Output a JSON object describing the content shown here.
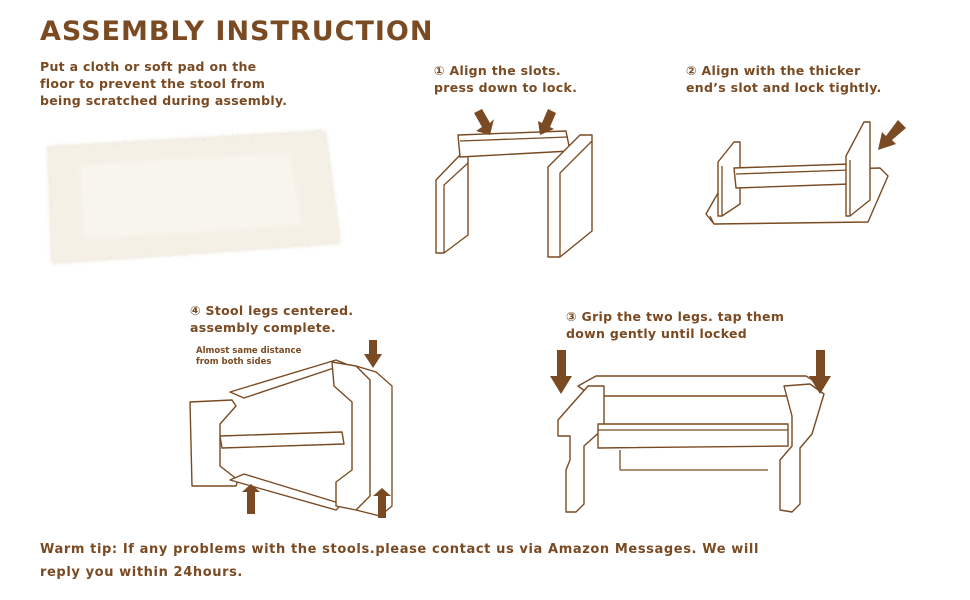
{
  "title": "ASSEMBLY INSTRUCTION",
  "intro": {
    "line1": "Put a cloth or soft pad on the",
    "line2": "floor to prevent the stool from",
    "line3": "being scratched during assembly."
  },
  "step1": {
    "line1": "① Align the slots.",
    "line2": "press down to lock."
  },
  "step2": {
    "line1": "② Align with the thicker",
    "line2": "end’s slot and lock tightly."
  },
  "step3": {
    "line1": "③ Grip the two legs. tap them",
    "line2": "down gently until locked"
  },
  "step4": {
    "line1": "④ Stool legs centered.",
    "line2": "assembly complete.",
    "note1": "Almost same distance",
    "note2": "from both sides"
  },
  "tip": {
    "line1": "Warm tip: If any problems with the stools.please contact us via Amazon Messages. We will",
    "line2": "reply you within 24hours."
  },
  "colors": {
    "brown": "#7a4a22",
    "rug": "#f3eee4"
  }
}
